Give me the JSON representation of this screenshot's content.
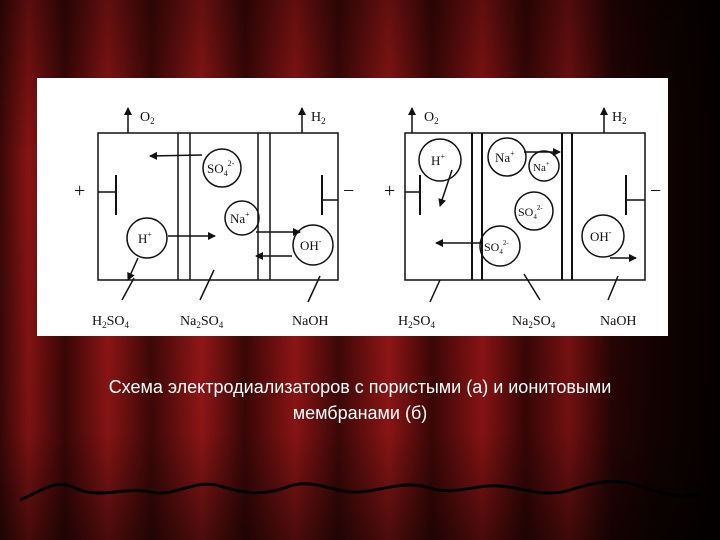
{
  "diagram": {
    "a": {
      "gas_left": "O",
      "gas_left_sub": "2",
      "gas_right": "H",
      "gas_right_sub": "2",
      "plus": "+",
      "minus": "−",
      "ions": {
        "so4": "SO",
        "so4_sub": "4",
        "so4_sup": "2-",
        "na": "Na",
        "na_sup": "+",
        "h": "H",
        "h_sup": "+",
        "oh": "OH",
        "oh_sup": "-"
      },
      "labels": {
        "left": "H",
        "left_sub1": "2",
        "left_mid": "SO",
        "left_sub2": "4",
        "middle": "Na",
        "middle_sub1": "2",
        "middle_mid": "SO",
        "middle_sub2": "4",
        "right": "NaOH"
      }
    },
    "b": {
      "gas_left": "O",
      "gas_left_sub": "2",
      "gas_right": "H",
      "gas_right_sub": "2",
      "plus": "+",
      "minus": "−",
      "ions": {
        "h": "H",
        "h_sup": "+",
        "na1": "Na",
        "na1_sup": "+",
        "na2": "Na",
        "na2_sup": "+",
        "so4_1": "SO",
        "so4_1_sub": "4",
        "so4_1_sup": "2-",
        "so4_2": "SO",
        "so4_2_sub": "4",
        "so4_2_sup": "2-",
        "oh": "OH",
        "oh_sup": "-"
      },
      "labels": {
        "left": "H",
        "left_sub1": "2",
        "left_mid": "SO",
        "left_sub2": "4",
        "middle": "Na",
        "middle_sub1": "2",
        "middle_mid": "SO",
        "middle_sub2": "4",
        "right": "NaOH"
      }
    }
  },
  "caption": {
    "line1": "Схема электродиализаторов с пористыми (а) и ионитовыми",
    "line2": "мембранами (б)"
  },
  "colors": {
    "curtain_dark": "#2a0505",
    "curtain_red": "#7a1010",
    "curtain_highlight": "#a01818",
    "panel": "#ffffff",
    "ink": "#111111",
    "caption_text": "#ffffff"
  }
}
